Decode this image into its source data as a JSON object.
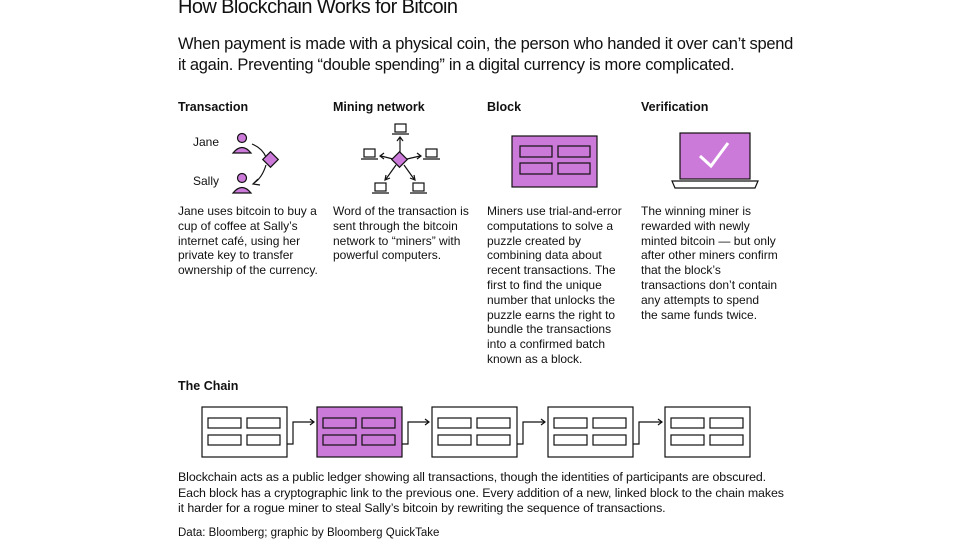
{
  "title": "How Blockchain Works for Bitcoin",
  "intro": "When payment is made with a physical coin, the person who handed it over can’t spend it again. Preventing “double spending” in a digital currency is more complicated.",
  "columns": [
    {
      "heading": "Transaction",
      "text": "Jane uses bitcoin to buy a cup of coffee at Sally’s internet café, using her private key to transfer ownership of the currency."
    },
    {
      "heading": "Mining network",
      "text": "Word of the transaction is sent through the bitcoin network to “miners” with powerful computers."
    },
    {
      "heading": "Block",
      "text": "Miners use trial-and-error computations to solve a puzzle created by combining data about recent transactions. The first to find the unique number that unlocks the puzzle earns the right to bundle the transactions into a confirmed batch known as a block."
    },
    {
      "heading": "Verification",
      "text": "The winning miner is rewarded with newly minted bitcoin — but only after other miners confirm that the block’s transactions don’t contain any attempts to spend the same funds twice."
    }
  ],
  "transaction_labels": {
    "sender": "Jane",
    "receiver": "Sally"
  },
  "chain": {
    "heading": "The Chain",
    "text": "Blockchain acts as a public ledger showing all transactions, though the identities of participants are obscured. Each block has a cryptographic link to the previous one. Every addition of a new, linked block to the chain makes it harder for a rogue miner to steal Sally’s bitcoin by rewriting the sequence of transactions.",
    "block_count": 5,
    "highlighted_block": 2
  },
  "source": "Data: Bloomberg; graphic by Bloomberg QuickTake",
  "colors": {
    "accent": "#cc7ad9",
    "ink": "#111111",
    "panel_bg": "#ffffff"
  },
  "icons": [
    "person-icon",
    "diamond-icon",
    "laptop-icon",
    "block-icon",
    "checkmark-icon",
    "arrow-icon"
  ]
}
